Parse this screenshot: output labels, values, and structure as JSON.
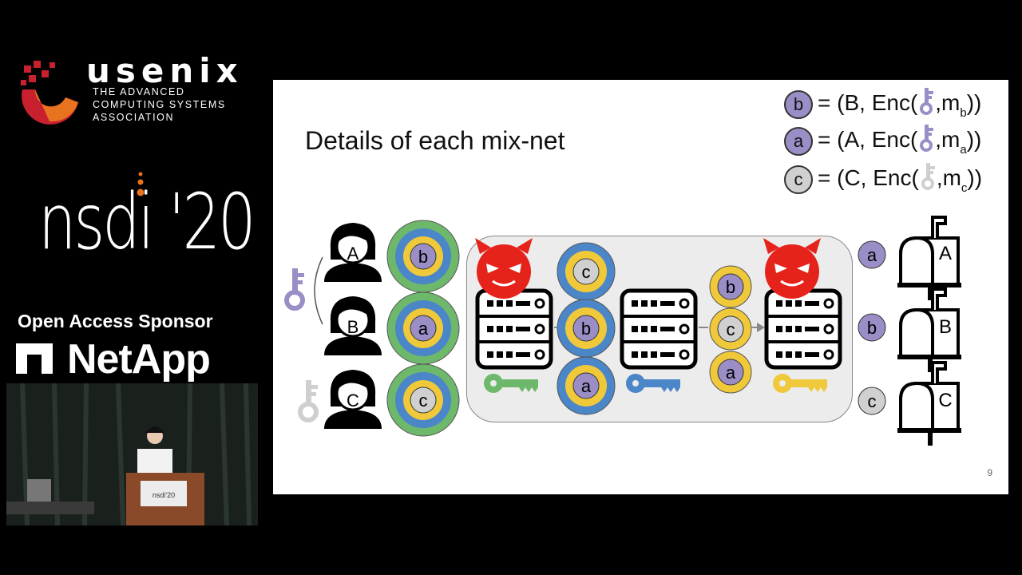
{
  "branding": {
    "usenix_word": "usenix",
    "usenix_tagline": [
      "THE ADVANCED",
      "COMPUTING SYSTEMS",
      "ASSOCIATION"
    ],
    "conference": "nsdi '20",
    "sponsor_label": "Open Access Sponsor",
    "sponsor_name": "NetApp"
  },
  "slide": {
    "title": "Details of each mix-net",
    "page_number": "9",
    "legend": [
      {
        "id": "b",
        "color": "#9b8ec7",
        "prefix": "= (B, Enc(",
        "msg": ",m",
        "sub": "b",
        "suffix": "))",
        "key_color": "#9b8ec7"
      },
      {
        "id": "a",
        "color": "#9b8ec7",
        "prefix": "= (A, Enc(",
        "msg": ",m",
        "sub": "a",
        "suffix": "))",
        "key_color": "#9b8ec7"
      },
      {
        "id": "c",
        "color": "#d0d0d0",
        "prefix": "= (C, Enc(",
        "msg": ",m",
        "sub": "c",
        "suffix": "))",
        "key_color": "#cfcfcf"
      }
    ],
    "users": [
      "A",
      "B",
      "C"
    ],
    "onion_inner": [
      "b",
      "a",
      "c"
    ],
    "stage1_messages": [
      "c",
      "b",
      "a"
    ],
    "stage2_messages": [
      "b",
      "c",
      "a"
    ],
    "mailbox_messages": [
      "a",
      "b",
      "c"
    ],
    "mailboxes": [
      "A",
      "B",
      "C"
    ],
    "colors": {
      "outer_green": "#6db86b",
      "middle_blue": "#4a86c8",
      "inner_yellow": "#f0c93a",
      "purple": "#9b8ec7",
      "grey": "#cfcfcf",
      "devil_red": "#e5231b",
      "green_key": "#6db86b",
      "blue_key": "#4a86c8",
      "yellow_key": "#f0c93a"
    }
  }
}
